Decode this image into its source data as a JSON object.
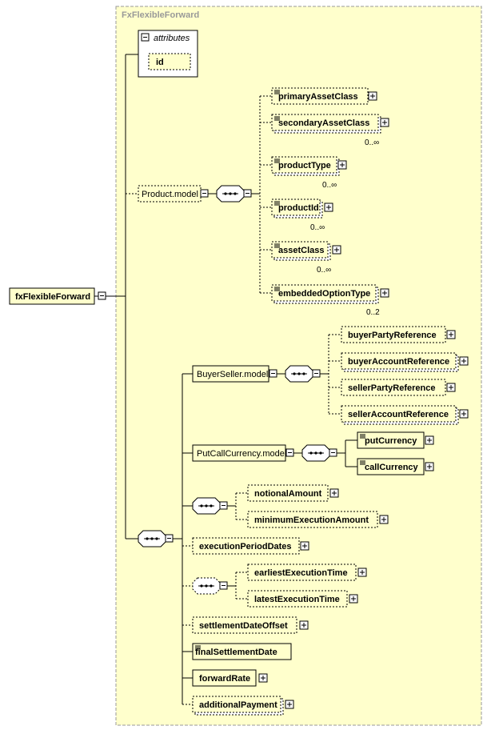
{
  "type_name": "FxFlexibleForward",
  "root": {
    "label": "fxFlexibleForward"
  },
  "attributes": {
    "label": "attributes",
    "items": [
      "id"
    ]
  },
  "product_group": {
    "label": "Product.model",
    "children": [
      {
        "label": "primaryAssetClass",
        "occurs": "",
        "optional": true,
        "docs": true
      },
      {
        "label": "secondaryAssetClass",
        "occurs": "0..∞",
        "optional": true,
        "docs": true,
        "multi": true
      },
      {
        "label": "productType",
        "occurs": "0..∞",
        "optional": true,
        "docs": true,
        "multi": true
      },
      {
        "label": "productId",
        "occurs": "0..∞",
        "optional": true,
        "docs": true,
        "multi": true
      },
      {
        "label": "assetClass",
        "occurs": "0..∞",
        "optional": true,
        "docs": true,
        "multi": true
      },
      {
        "label": "embeddedOptionType",
        "occurs": "0..2",
        "optional": true,
        "docs": true,
        "multi": true
      }
    ]
  },
  "buyer_seller_group": {
    "label": "BuyerSeller.model",
    "children": [
      {
        "label": "buyerPartyReference",
        "optional": true,
        "multi": false
      },
      {
        "label": "buyerAccountReference",
        "optional": true,
        "multi": true
      },
      {
        "label": "sellerPartyReference",
        "optional": true,
        "multi": false
      },
      {
        "label": "sellerAccountReference",
        "optional": true,
        "multi": true
      }
    ]
  },
  "put_call_group": {
    "label": "PutCallCurrency.model",
    "children": [
      {
        "label": "putCurrency",
        "docs": true
      },
      {
        "label": "callCurrency",
        "docs": true
      }
    ]
  },
  "notional_sequence": [
    {
      "label": "notionalAmount"
    },
    {
      "label": "minimumExecutionAmount"
    }
  ],
  "execution_period": {
    "label": "executionPeriodDates"
  },
  "execution_time_sequence": [
    {
      "label": "earliestExecutionTime"
    },
    {
      "label": "latestExecutionTime"
    }
  ],
  "tail_elements": [
    {
      "label": "settlementDateOffset",
      "expand": true,
      "docs": false
    },
    {
      "label": "finalSettlementDate",
      "expand": false,
      "docs": true
    },
    {
      "label": "forwardRate",
      "expand": true,
      "docs": false
    },
    {
      "label": "additionalPayment",
      "expand": true,
      "docs": false
    }
  ]
}
